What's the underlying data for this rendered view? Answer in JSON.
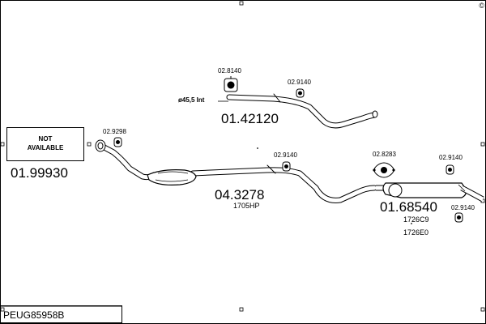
{
  "copyright": "©",
  "diagram": {
    "code": "PEUG85958B",
    "not_available_text": "NOT\nAVAILABLE",
    "parts": {
      "p1": "01.99930",
      "p2": "01.42120",
      "p3": "04.3278",
      "p4": "01.68540"
    },
    "notes": {
      "p3_hp": "1705HP",
      "p4_ref1": "1726C9",
      "p4_ref2": "1726E0",
      "diameter": "ø45,5 Int"
    },
    "clamps": {
      "c1": "02.9298",
      "c2": "02.8140",
      "c3": "02.9140",
      "c4": "02.9140",
      "c5": "02.8283",
      "c6": "02.9140",
      "c7": "02.9140"
    }
  }
}
